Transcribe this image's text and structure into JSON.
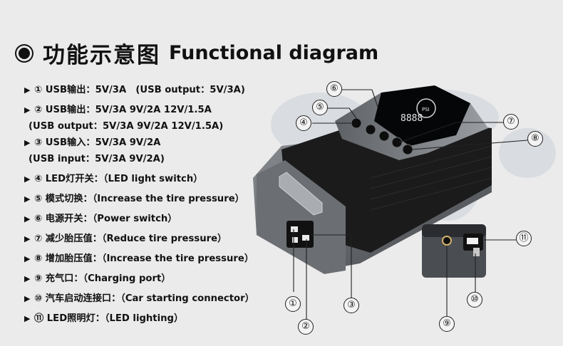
{
  "title": {
    "cn": "功能示意图",
    "en": "Functional diagram"
  },
  "features": [
    {
      "line1": "① USB输出：5V/3A　(USB output：5V/3A)"
    },
    {
      "line1": "② USB输出：5V/3A 9V/2A 12V/1.5A",
      "line2": "(USB output：5V/3A 9V/2A 12V/1.5A)"
    },
    {
      "line1": "③ USB输入：5V/3A 9V/2A",
      "line2": "(USB input：5V/3A 9V/2A)"
    },
    {
      "line1": "④ LED灯开关：（LED light switch）"
    },
    {
      "line1": "⑤ 模式切换：（Increase the tire pressure）"
    },
    {
      "line1": "⑥ 电源开关：（Power switch）"
    },
    {
      "line1": "⑦ 减少胎压值：（Reduce tire pressure）"
    },
    {
      "line1": "⑧ 增加胎压值：（Increase the tire pressure）"
    },
    {
      "line1": "⑨ 充气口：（Charging port）"
    },
    {
      "line1": "⑩ 汽车启动连接口：（Car starting connector）"
    },
    {
      "line1": "⑪ LED照明灯：（LED lighting）"
    }
  ],
  "callouts": [
    "①",
    "②",
    "③",
    "④",
    "⑤",
    "⑥",
    "⑦",
    "⑧",
    "⑨",
    "⑩",
    "⑪"
  ],
  "display": {
    "digits": "8888",
    "unit": "PSI"
  },
  "colors": {
    "background": "#ebebeb",
    "device_body": "#1b1b1b",
    "device_side": "#6b6e72",
    "screen": "#050608"
  }
}
